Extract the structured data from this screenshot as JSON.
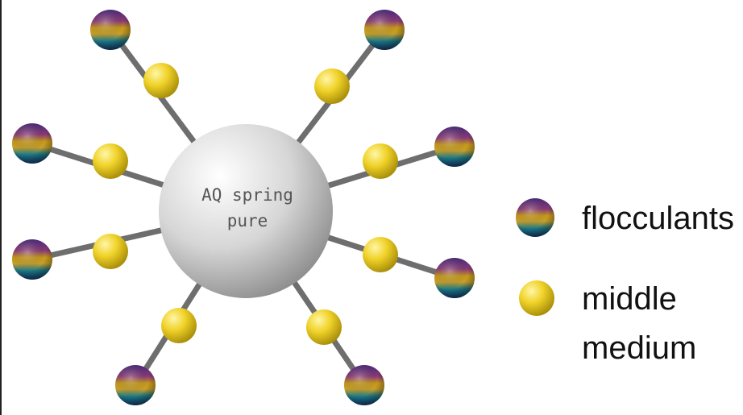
{
  "center": {
    "line1": "AQ spring",
    "line2": "pure"
  },
  "legend": {
    "flocculants": "flocculants",
    "middle_line1": "middle",
    "middle_line2": "medium"
  },
  "colors": {
    "arm": "#6e6e6e",
    "core": "#c8c8c8",
    "medium": "#e8c820",
    "flocculant_top": "#5a2a78",
    "flocculant_mid": "#c89a18",
    "flocculant_bottom": "#1a6a88"
  },
  "icons": {
    "flocculant": "flocculant-ball-icon",
    "medium": "medium-ball-icon"
  }
}
